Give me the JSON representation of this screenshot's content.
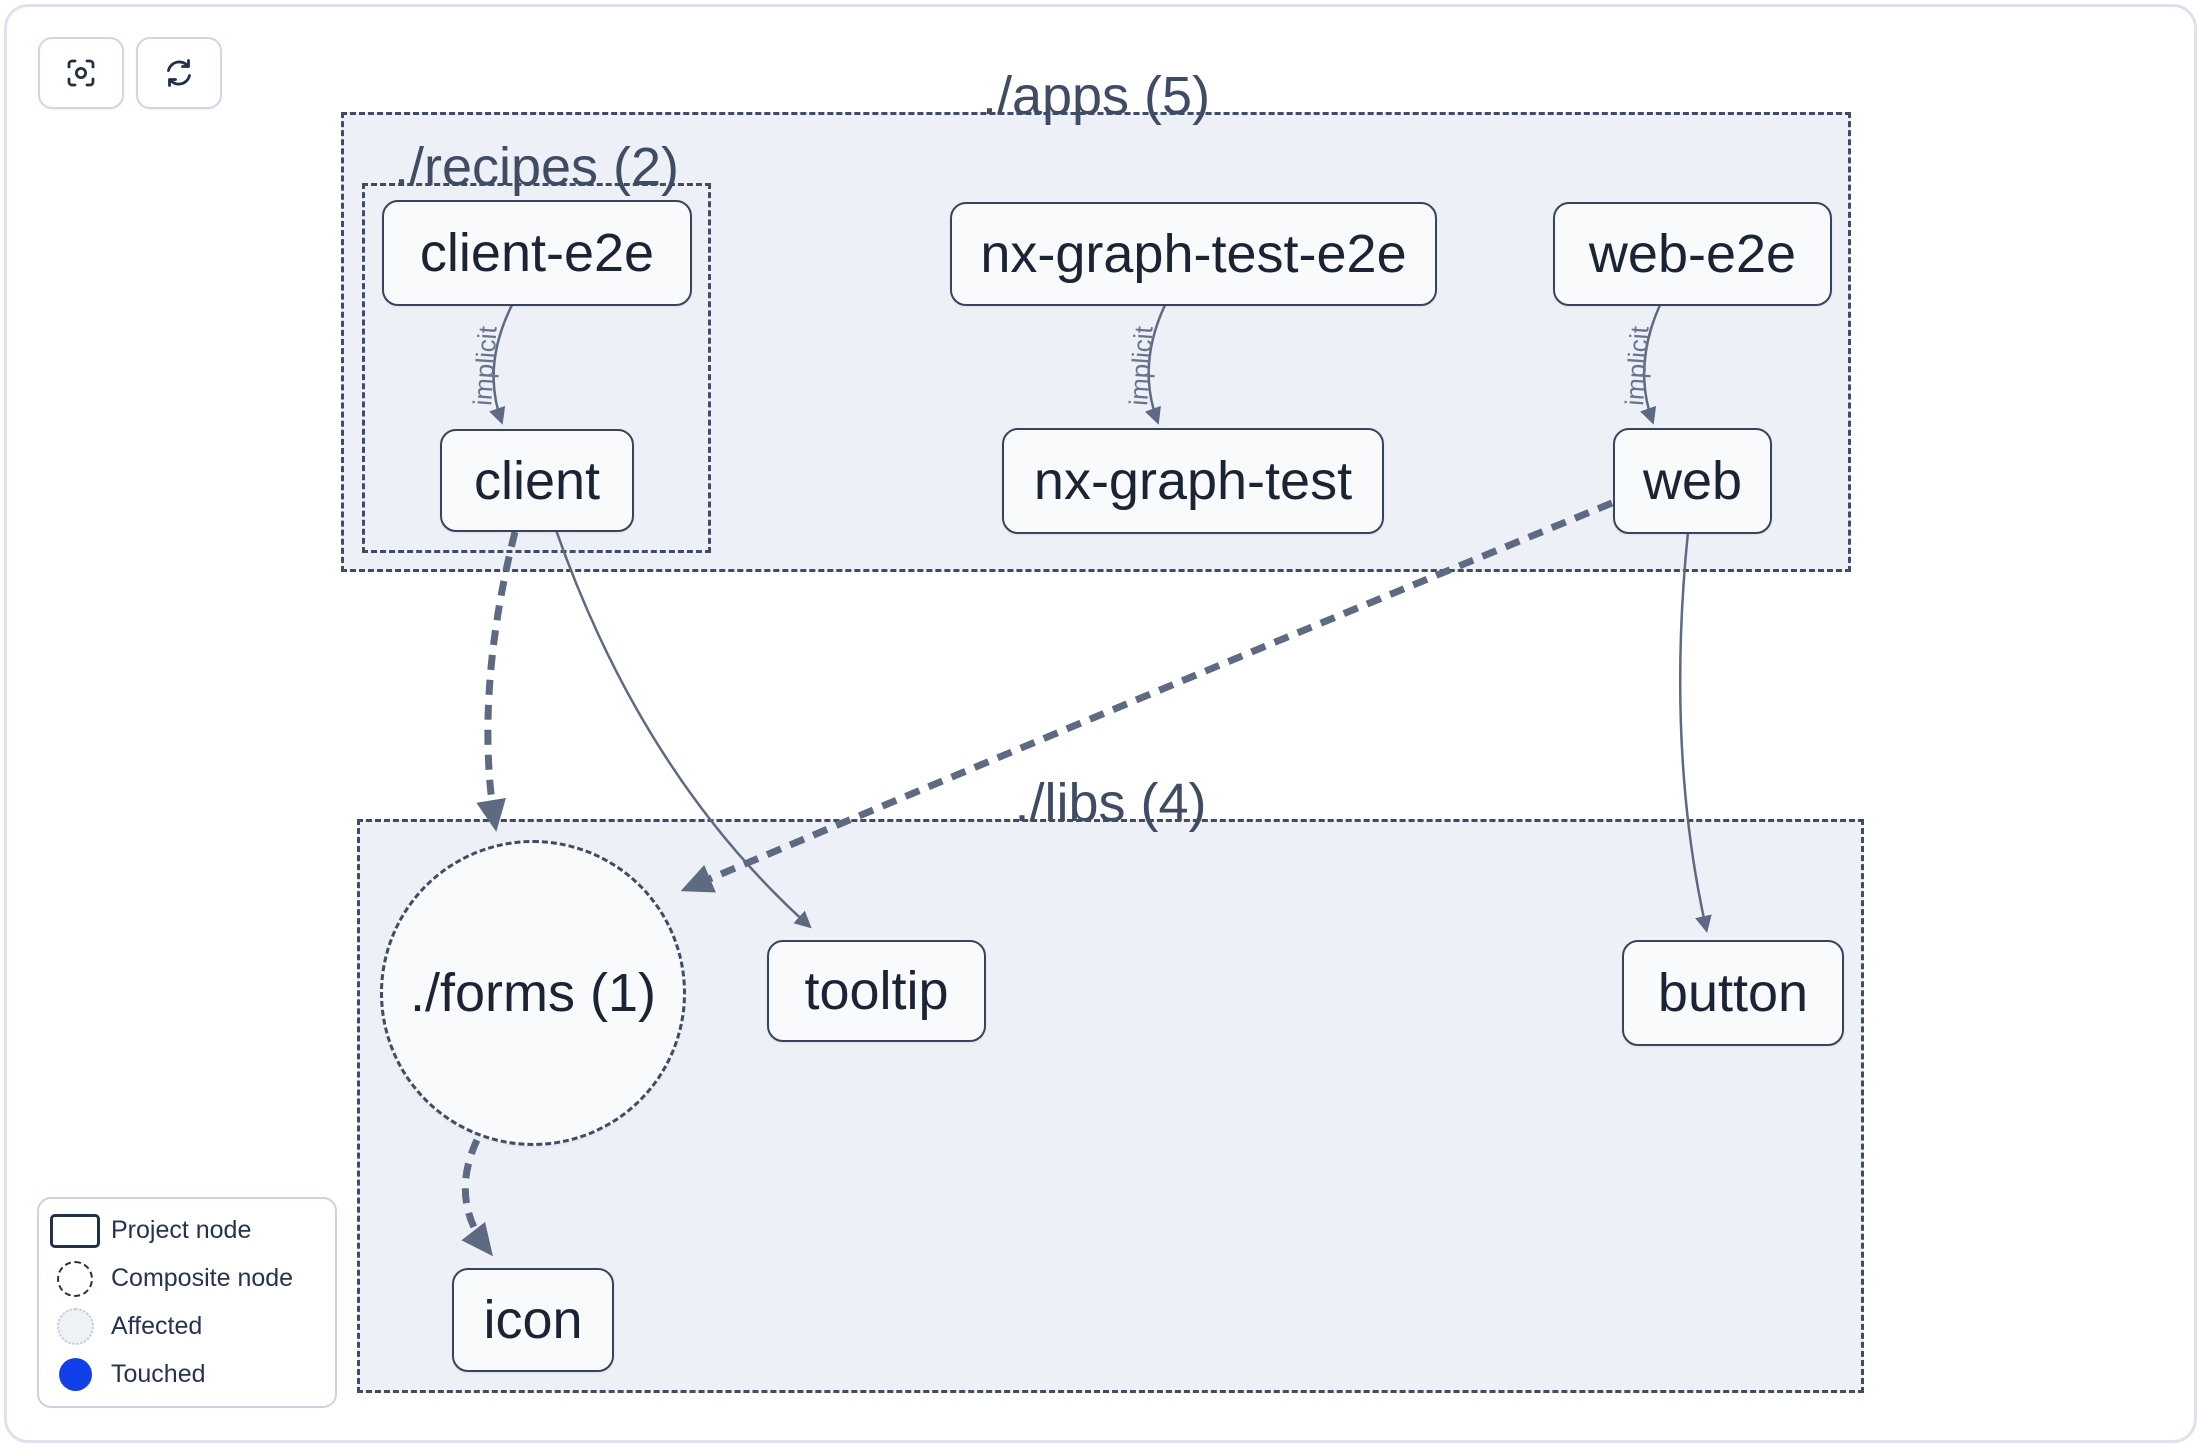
{
  "toolbar": {
    "buttons": [
      {
        "icon": "focus-center-icon"
      },
      {
        "icon": "refresh-icon"
      }
    ]
  },
  "graph": {
    "containers": {
      "apps": {
        "label": "./apps (5)"
      },
      "recipes": {
        "label": "./recipes (2)"
      },
      "libs": {
        "label": "./libs (4)"
      }
    },
    "nodes": {
      "client_e2e": {
        "label": "client-e2e",
        "type": "project"
      },
      "nx_graph_test_e2e": {
        "label": "nx-graph-test-e2e",
        "type": "project"
      },
      "web_e2e": {
        "label": "web-e2e",
        "type": "project"
      },
      "client": {
        "label": "client",
        "type": "project"
      },
      "nx_graph_test": {
        "label": "nx-graph-test",
        "type": "project"
      },
      "web": {
        "label": "web",
        "type": "project"
      },
      "tooltip": {
        "label": "tooltip",
        "type": "project"
      },
      "button": {
        "label": "button",
        "type": "project"
      },
      "icon": {
        "label": "icon",
        "type": "project"
      },
      "forms": {
        "label": "./forms (1)",
        "type": "composite"
      }
    },
    "edges": {
      "client_e2e_to_client": {
        "from": "client-e2e",
        "to": "client",
        "label": "implicit",
        "style": "thin"
      },
      "nx_graph_test_e2e_to_nx_graph_test": {
        "from": "nx-graph-test-e2e",
        "to": "nx-graph-test",
        "label": "implicit",
        "style": "thin"
      },
      "web_e2e_to_web": {
        "from": "web-e2e",
        "to": "web",
        "label": "implicit",
        "style": "thin"
      },
      "client_to_tooltip": {
        "from": "client",
        "to": "tooltip",
        "style": "thin"
      },
      "web_to_button": {
        "from": "web",
        "to": "button",
        "style": "thin"
      },
      "client_to_forms": {
        "from": "client",
        "to": "./forms (1)",
        "style": "thick-dashed"
      },
      "web_to_forms": {
        "from": "web",
        "to": "./forms (1)",
        "style": "thick-dashed"
      },
      "forms_to_icon": {
        "from": "./forms (1)",
        "to": "icon",
        "style": "thick-dashed"
      }
    }
  },
  "legend": {
    "items": [
      {
        "swatch": "project-node-swatch",
        "label": "Project node"
      },
      {
        "swatch": "composite-node-swatch",
        "label": "Composite node"
      },
      {
        "swatch": "affected-swatch",
        "label": "Affected"
      },
      {
        "swatch": "touched-swatch",
        "label": "Touched"
      }
    ]
  },
  "colors": {
    "node_border": "#36445f",
    "node_background": "#f8fafc",
    "node_text": "#1b2434",
    "container_border": "#3f4c63",
    "container_background": "#edf1f7",
    "edge": "#5d6a81",
    "touched_blue": "#1140e8"
  }
}
